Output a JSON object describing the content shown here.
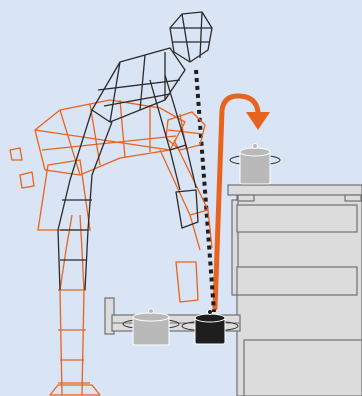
{
  "scene": {
    "background_color": "#d9e4f4",
    "colors": {
      "figure_bent": "#e8641e",
      "figure_upright": "#2b2b2b",
      "lift_arrow": "#e8641e",
      "reach_line": "#1f1f1f",
      "pot_light": "#b9b9b9",
      "pot_dark": "#1e1e1e",
      "cabinet_fill": "#dcdcdc",
      "cabinet_stroke": "#707070"
    },
    "elements": {
      "figure_upright": "wireframe-person-upright",
      "figure_bent": "wireframe-person-bent",
      "pot_low_shelf": "cooking-pot",
      "pot_heavy": "cooking-pot-heavy",
      "pot_counter": "cooking-pot",
      "arrow": "curved-up-arrow",
      "storage": "kitchen-cabinet-with-pull-out-drawer"
    }
  }
}
